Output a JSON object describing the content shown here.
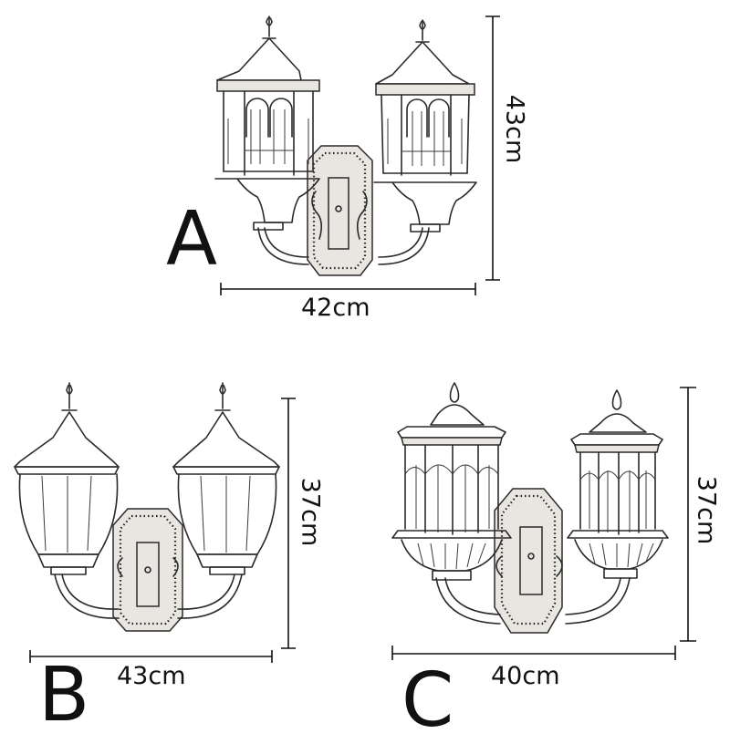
{
  "diagram": {
    "type": "product-dimension-drawing",
    "subject": "Double-head lantern wall lights",
    "variants": [
      {
        "label": "A",
        "width": "42cm",
        "height": "43cm",
        "style": "hexagonal lantern with arched window panes"
      },
      {
        "label": "B",
        "width": "43cm",
        "height": "37cm",
        "style": "tapered glass lantern"
      },
      {
        "label": "C",
        "width": "40cm",
        "height": "37cm",
        "style": "ornate gothic lantern"
      }
    ]
  },
  "icons": {
    "lamp_a": "wall-lantern-a-icon",
    "lamp_b": "wall-lantern-b-icon",
    "lamp_c": "wall-lantern-c-icon"
  },
  "colors": {
    "ink": "#111111",
    "background": "#ffffff"
  }
}
